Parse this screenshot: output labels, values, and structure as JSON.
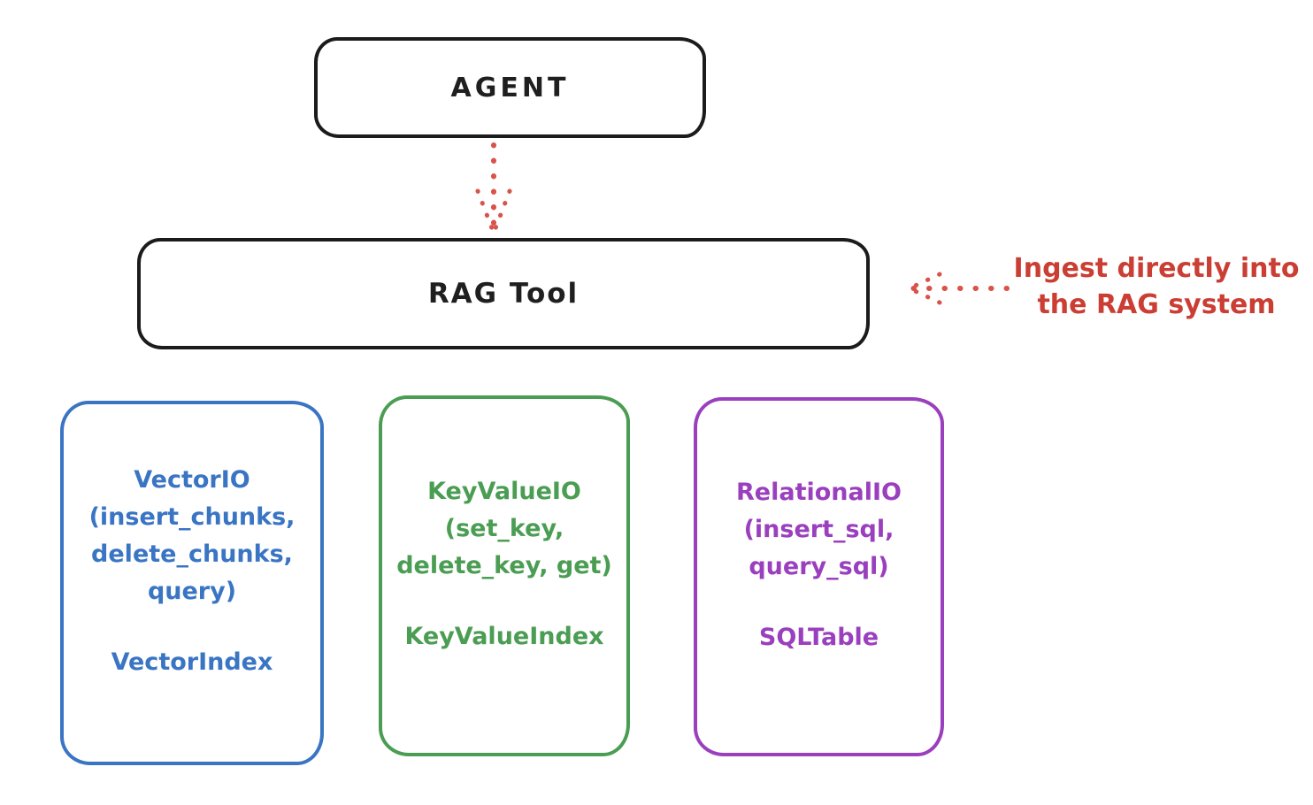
{
  "diagram": {
    "agent": {
      "label": "AGENT"
    },
    "rag_tool": {
      "label": "RAG Tool"
    },
    "annotation": {
      "line1": "Ingest directly into",
      "line2": "the RAG system"
    },
    "boxes": [
      {
        "id": "vector-io",
        "color": "#3a75c4",
        "lines": [
          "VectorIO",
          "(insert_chunks,",
          "delete_chunks,",
          "query)"
        ],
        "index_label": "VectorIndex"
      },
      {
        "id": "keyvalue-io",
        "color": "#4a9d52",
        "lines": [
          "KeyValueIO",
          "(set_key,",
          "delete_key, get)"
        ],
        "index_label": "KeyValueIndex"
      },
      {
        "id": "relational-io",
        "color": "#9a3fbd",
        "lines": [
          "RelationalIO",
          "(insert_sql,",
          "query_sql)"
        ],
        "index_label": "SQLTable"
      }
    ],
    "colors": {
      "outline": "#1b1b1b",
      "accent_red": "#ca3e34",
      "blue": "#3a75c4",
      "green": "#4a9d52",
      "purple": "#9a3fbd"
    }
  }
}
